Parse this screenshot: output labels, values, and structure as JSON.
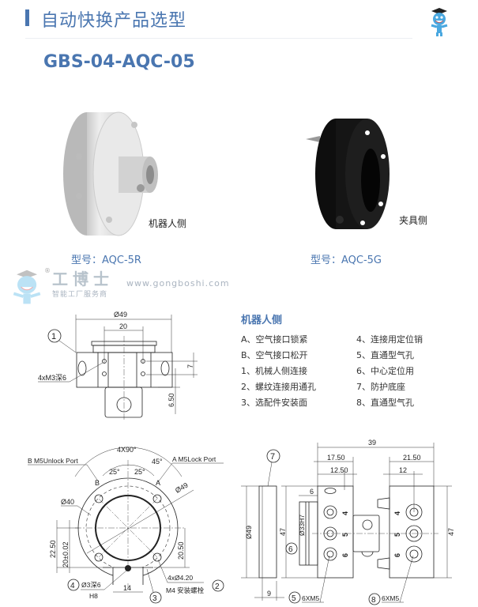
{
  "header": {
    "title": "自动快换产品选型",
    "accent_color": "#4a76b0",
    "mascot_icon": "mascot-graduate-icon"
  },
  "product": {
    "model": "GBS-04-AQC-05",
    "robot_side": {
      "side_label": "机器人侧",
      "type_label": "型号：AQC-5R",
      "color": "#e6e6e6"
    },
    "tool_side": {
      "side_label": "夹具侧",
      "type_label": "型号：AQC-5G",
      "color": "#111111"
    }
  },
  "legend": {
    "title": "机器人侧",
    "left": [
      "A、空气接口锁紧",
      "B、空气接口松开",
      "1、机械人侧连接",
      "2、螺纹连接用通孔",
      "3、选配件安装面"
    ],
    "right": [
      "4、连接用定位销",
      "5、直通型气孔",
      "6、中心定位用",
      "7、防护底座",
      "8、直通型气孔"
    ]
  },
  "drawing_front": {
    "dia": "Ø49",
    "width": "20",
    "callout": "1",
    "thread": "4xM3深6",
    "h1": "7",
    "h2": "6.50"
  },
  "drawing_top": {
    "angle_total": "4X90°",
    "port_b": "B M5Unlock Port",
    "port_a": "A M5Lock Port",
    "angle_45": "45°",
    "angle_25a": "25°",
    "angle_25b": "25°",
    "mark_b": "B",
    "mark_a": "A",
    "dia_40": "Ø40",
    "dia_49": "Ø49",
    "dim_2250": "22.50",
    "dim_20": "20±0.02",
    "dim_2050": "20.50",
    "callout_4": "4",
    "pin": "Ø3深6",
    "pin_fit": "H8",
    "dim_14": "14",
    "callout_3": "3",
    "holes": "4xØ4.20",
    "bolts": "M4 安装螺栓",
    "callout_2": "2"
  },
  "drawing_side": {
    "dim_39": "39",
    "dim_1750": "17.50",
    "dim_1250": "12.50",
    "dim_2150": "21.50",
    "dim_12": "12",
    "callout_7": "7",
    "dia_49": "Ø49",
    "dim_47a": "47",
    "dim_6": "6",
    "callout_6": "6",
    "bore": "Ø33H7",
    "port_4": "4",
    "port_5": "5",
    "port_6": "6",
    "port_4b": "4",
    "port_5b": "5",
    "port_6b": "6",
    "dim_47b": "47",
    "dim_9": "9",
    "callout_5": "5",
    "thread_5": "6XM5",
    "callout_8": "8",
    "thread_8": "6XM5"
  },
  "watermark": {
    "brand": "工博士",
    "slogan": "智能工厂服务商",
    "site": "www.gongboshi.com",
    "mark": "®"
  }
}
